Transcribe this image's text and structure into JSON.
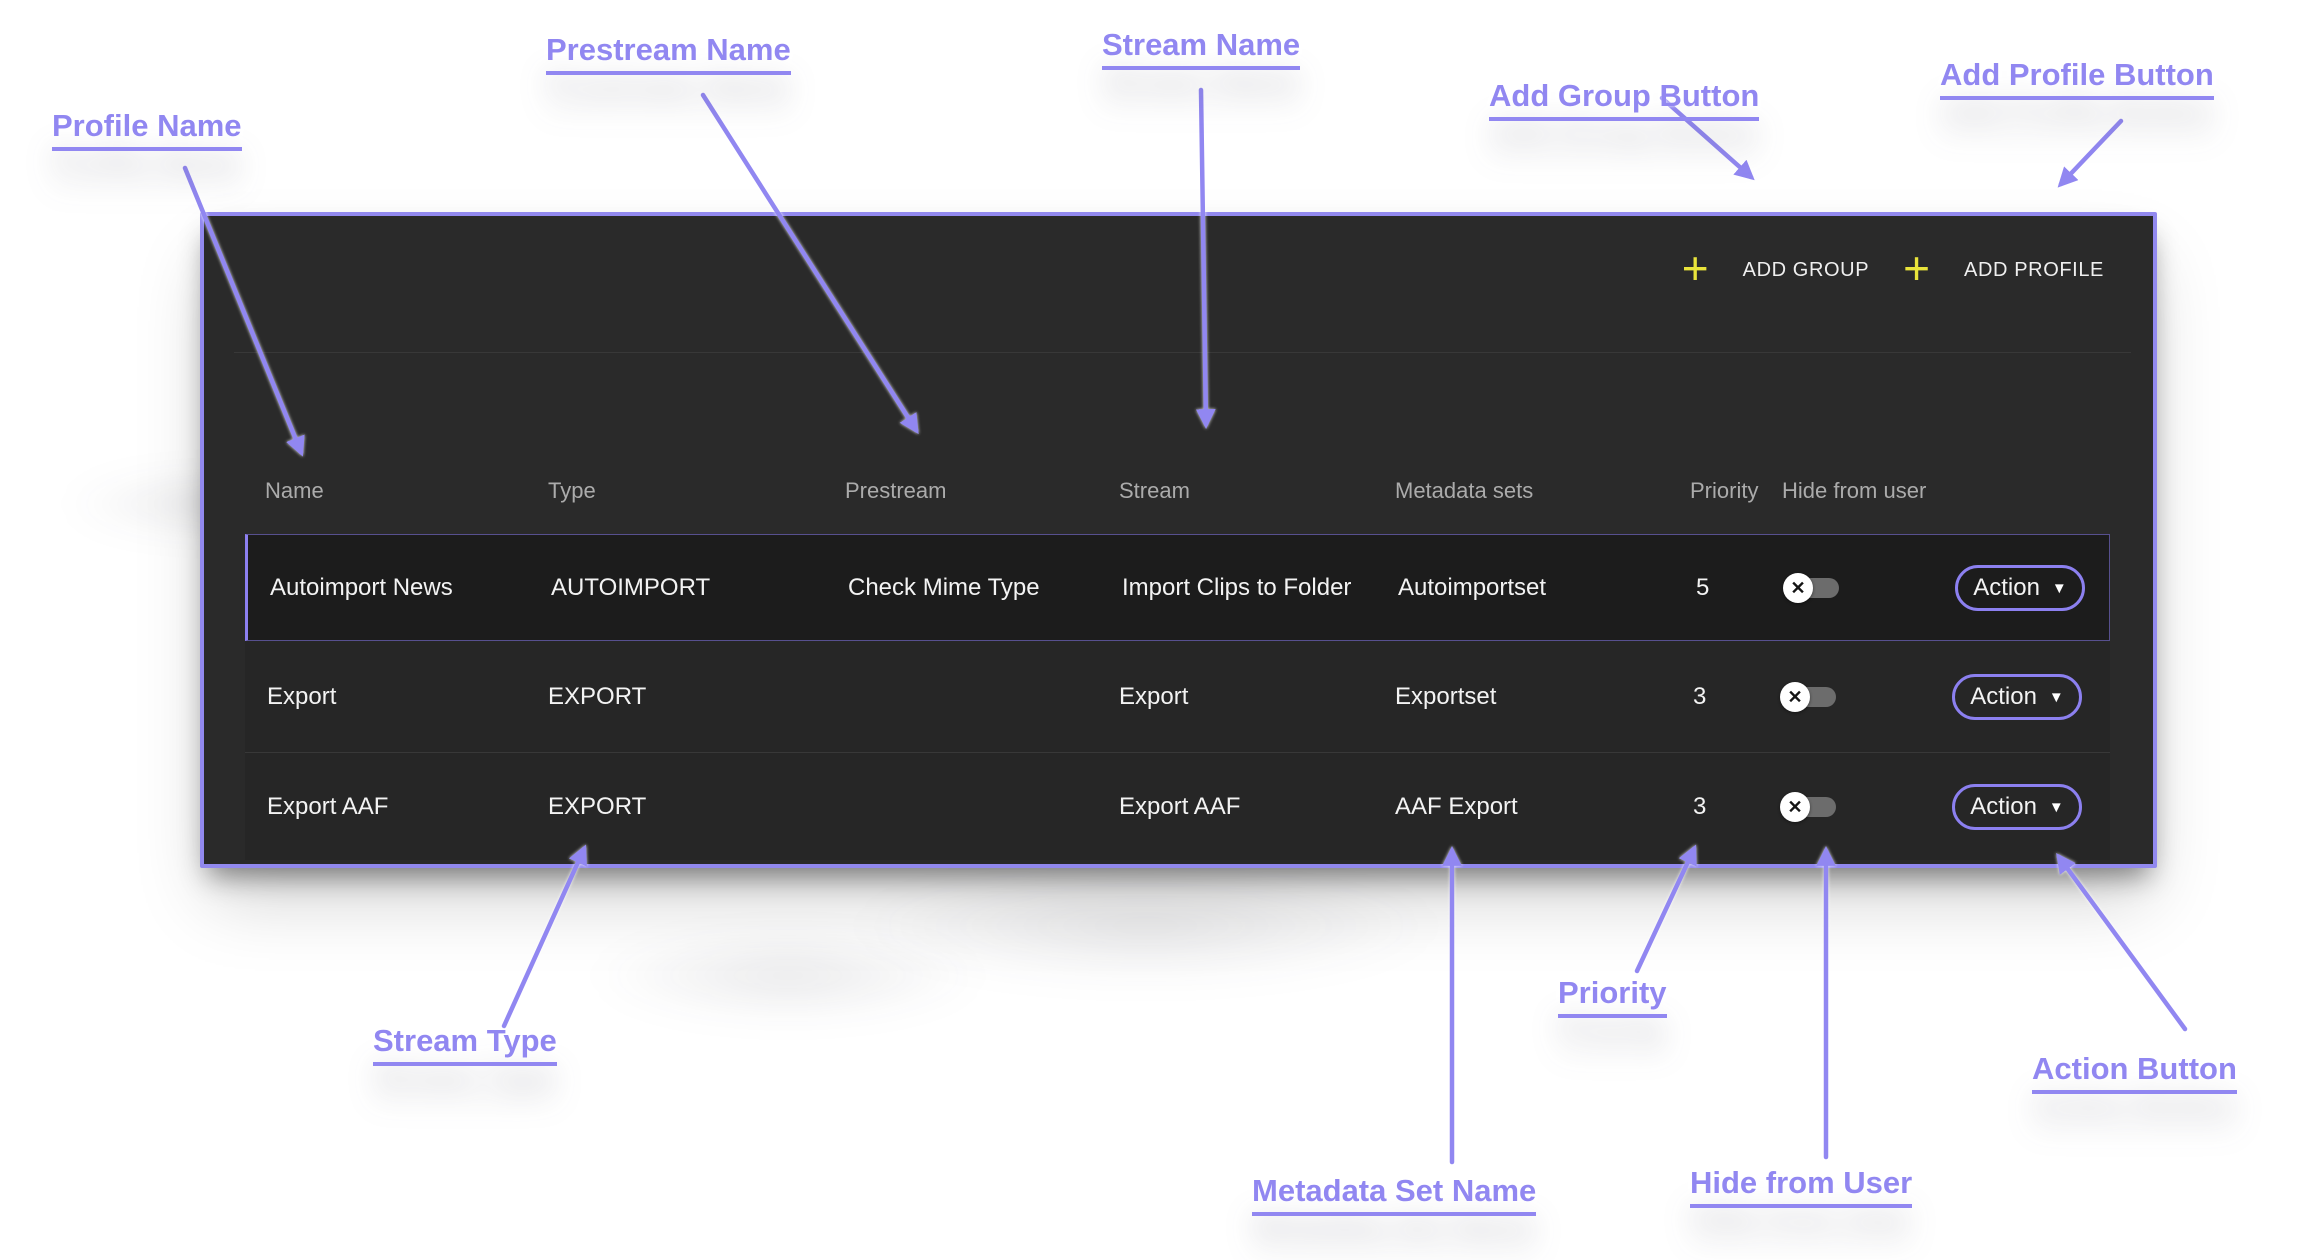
{
  "annotations": {
    "accent_color": "#9187f1",
    "labels": [
      {
        "id": "profile-name",
        "text": "Profile Name"
      },
      {
        "id": "prestream-name",
        "text": "Prestream Name"
      },
      {
        "id": "stream-name",
        "text": "Stream Name"
      },
      {
        "id": "add-group-button",
        "text": "Add Group Button"
      },
      {
        "id": "add-profile-button",
        "text": "Add Profile Button"
      },
      {
        "id": "stream-type",
        "text": "Stream Type"
      },
      {
        "id": "metadata-set-name",
        "text": "Metadata Set Name"
      },
      {
        "id": "priority",
        "text": "Priority"
      },
      {
        "id": "hide-from-user",
        "text": "Hide from User"
      },
      {
        "id": "action-button",
        "text": "Action Button"
      }
    ]
  },
  "toolbar": {
    "add_group_label": "ADD GROUP",
    "add_profile_label": "ADD PROFILE"
  },
  "icons": {
    "plus": "+",
    "toggle_x": "✕",
    "caret_down": "▼"
  },
  "colors": {
    "panel_border": "#9289ef",
    "panel_bg": "#2a2a2a",
    "row_bg": "#262626",
    "selected_row_bg": "#1c1c1c",
    "button_border": "#8c80f0",
    "plus_icon": "#e9e43b",
    "annotation_accent": "#9187f1"
  },
  "table": {
    "columns": [
      "Name",
      "Type",
      "Prestream",
      "Stream",
      "Metadata sets",
      "Priority",
      "Hide from user"
    ],
    "rows": [
      {
        "name": "Autoimport News",
        "type": "AUTOIMPORT",
        "prestream": "Check Mime Type",
        "stream": "Import Clips to Folder",
        "metadata_sets": "Autoimportset",
        "priority": "5",
        "hide_from_user": false,
        "action_label": "Action",
        "selected": true
      },
      {
        "name": "Export",
        "type": "EXPORT",
        "prestream": "",
        "stream": "Export",
        "metadata_sets": "Exportset",
        "priority": "3",
        "hide_from_user": false,
        "action_label": "Action",
        "selected": false
      },
      {
        "name": "Export AAF",
        "type": "EXPORT",
        "prestream": "",
        "stream": "Export AAF",
        "metadata_sets": "AAF Export",
        "priority": "3",
        "hide_from_user": false,
        "action_label": "Action",
        "selected": false
      }
    ]
  }
}
